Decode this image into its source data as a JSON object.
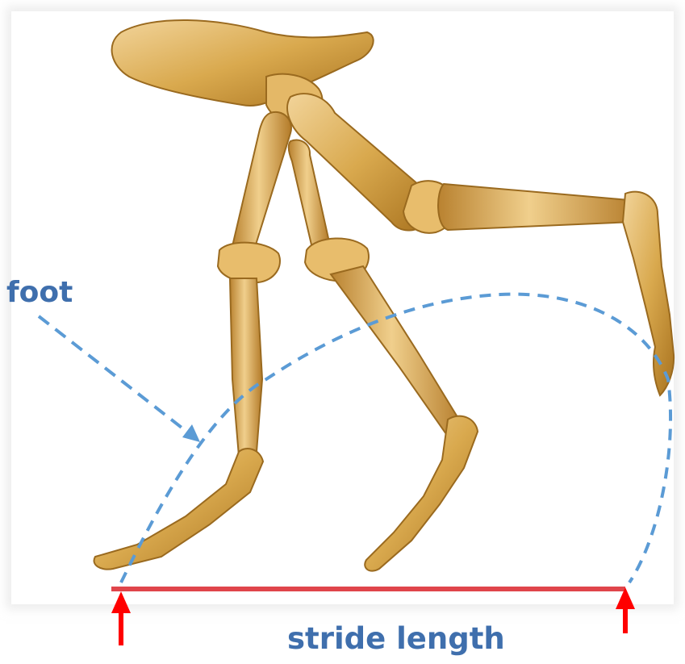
{
  "labels": {
    "foot": "foot",
    "stride": "stride length"
  },
  "illustration": {
    "subject": "skeleton hind limbs in walking pose",
    "bone_color": "#d9a94e",
    "bone_shadow": "#a9731f",
    "bone_highlight": "#f2d49a"
  },
  "annotations": {
    "foot_path_color": "#5b9bd5",
    "stride_line_color": "#e0454b",
    "arrow_color": "#ff0000",
    "label_color": "#3f6fad"
  }
}
